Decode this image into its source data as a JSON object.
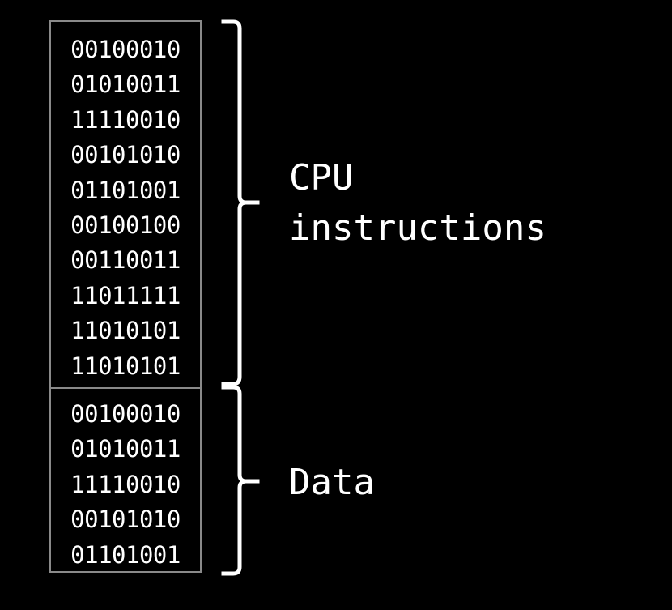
{
  "instructions": {
    "rows": [
      "00100010",
      "01010011",
      "11110010",
      "00101010",
      "01101001",
      "00100100",
      "00110011",
      "11011111",
      "11010101",
      "11010101"
    ],
    "label_line1": "CPU",
    "label_line2": "instructions"
  },
  "data_section": {
    "rows": [
      "00100010",
      "01010011",
      "11110010",
      "00101010",
      "01101001"
    ],
    "label": "Data"
  },
  "colors": {
    "background": "#000000",
    "text": "#ffffff",
    "border": "#8a8a8a"
  }
}
